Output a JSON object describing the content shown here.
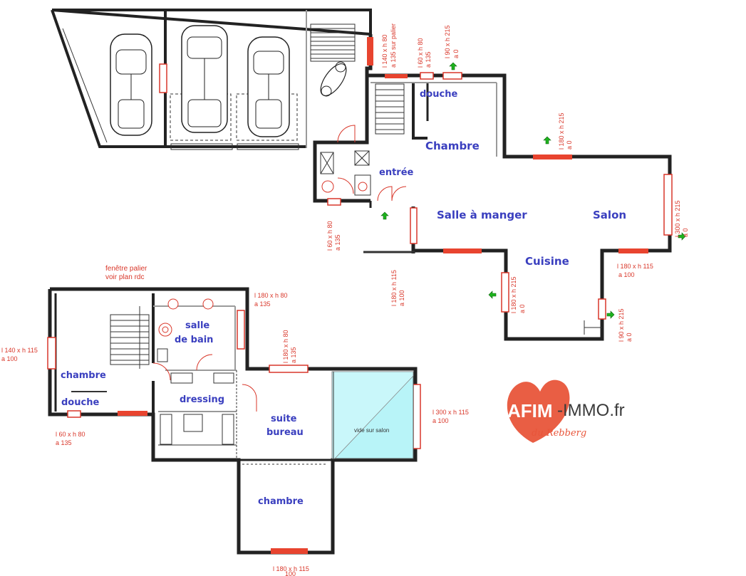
{
  "rooms": {
    "douche_top": "douche",
    "chambre_top": "Chambre",
    "entree": "entrée",
    "salle_a_manger": "Salle à manger",
    "salon": "Salon",
    "cuisine": "Cuisine",
    "salle_de_bain_1": "salle",
    "salle_de_bain_2": "de bain",
    "chambre_left": "chambre",
    "douche_left": "douche",
    "dressing": "dressing",
    "suite_1": "suite",
    "suite_2": "bureau",
    "vide_sur_salon": "vide sur salon",
    "chambre_bottom": "chambre"
  },
  "dimensions": {
    "d1_a": "l 140 x h 80",
    "d1_b": "a 135 sur palier",
    "d2_a": "l 60 x h 80",
    "d2_b": "a 135",
    "d3_a": "l 90 x h 215",
    "d3_b": "a 0",
    "d4_a": "l 180 x h 215",
    "d4_b": "a 0",
    "d5_a": "l 300 x h 215",
    "d5_b": "a 0",
    "d6_a": "l 60 x h 80",
    "d6_b": "a 135",
    "d7_a": "l 180 x h 115",
    "d7_b": "a 100",
    "d8_a": "l 180 x h 115",
    "d8_b": "a 100",
    "d9_a": "l 180 x h 215",
    "d9_b": "a 0",
    "d10_a": "l 90 x h 215",
    "d10_b": "a 0",
    "d11_a": "l 180 x h 80",
    "d11_b": "a 135",
    "d12_a": "l 180 x h 80",
    "d12_b": "a 135",
    "d13_a": "l 140 x h 115",
    "d13_b": "a 100",
    "d14_a": "l 60 x h 80",
    "d14_b": "a 135",
    "d15_a": "l 300 x h 115",
    "d15_b": "a 100",
    "d16_a": "l 180 x h 115",
    "d16_b": "100"
  },
  "notes": {
    "fenetre_1": "fenêtre palier",
    "fenetre_2": "voir plan rdc"
  },
  "logo": {
    "brand_a": "AFIM",
    "brand_b": "-IMMO.fr",
    "tagline": "du Rebberg",
    "heart_color": "#e8553a",
    "text_color": "#3a3a3a"
  },
  "colors": {
    "room_label": "#3a3fbf",
    "window": "#e8442f",
    "dimension_text": "#d9372a",
    "arrow": "#1db31d",
    "void": "#b8f4f8"
  }
}
